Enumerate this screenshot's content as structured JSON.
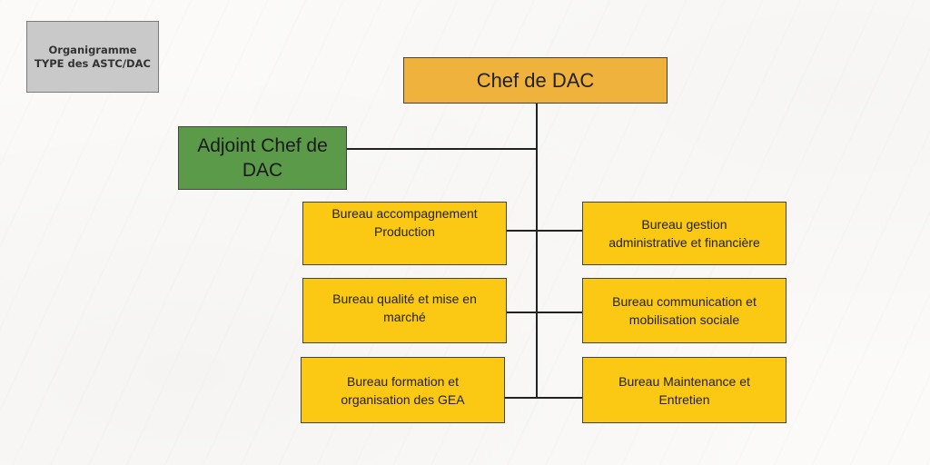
{
  "tag": {
    "text": "Organigramme\nTYPE des ASTC/DAC"
  },
  "chef": {
    "label": "Chef de DAC",
    "color": "#efb33d"
  },
  "adjoint": {
    "label": "Adjoint Chef de\nDAC",
    "color": "#5a9a48"
  },
  "bureau_color": "#fbc913",
  "bureaux": {
    "left": [
      {
        "label": "Bureau accompagnement\nProduction"
      },
      {
        "label": "Bureau qualité et mise en\nmarché"
      },
      {
        "label": "Bureau formation et\norganisation des GEA"
      }
    ],
    "right": [
      {
        "label": "Bureau gestion\nadministrative et financière"
      },
      {
        "label": "Bureau communication et\nmobilisation sociale"
      },
      {
        "label": "Bureau Maintenance et\nEntretien"
      }
    ]
  }
}
